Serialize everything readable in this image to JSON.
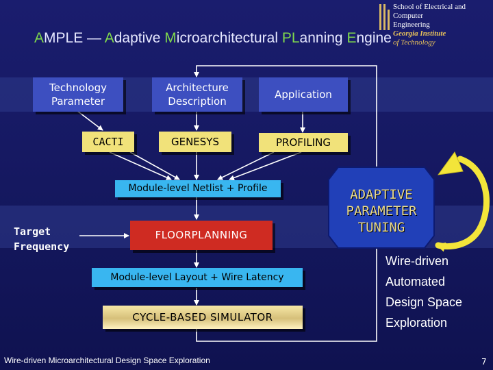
{
  "logo": {
    "lines": [
      "School of Electrical and Computer",
      "Engineering",
      "Georgia Institute",
      "of Technology"
    ]
  },
  "title": {
    "segments": [
      {
        "text": "A",
        "highlight": true
      },
      {
        "text": "MPLE — ",
        "highlight": false
      },
      {
        "text": "A",
        "highlight": true
      },
      {
        "text": "daptive ",
        "highlight": false
      },
      {
        "text": "M",
        "highlight": true
      },
      {
        "text": "icroarchitectural ",
        "highlight": false
      },
      {
        "text": "PL",
        "highlight": true
      },
      {
        "text": "anning ",
        "highlight": false
      },
      {
        "text": "E",
        "highlight": true
      },
      {
        "text": "ngine",
        "highlight": false
      }
    ]
  },
  "inputs": {
    "technology": "Technology\nParameter",
    "architecture": "Architecture\nDescription",
    "application": "Application"
  },
  "tools": {
    "cacti": "CACTI",
    "genesys": "GENESYS",
    "profiling": "PROFILING"
  },
  "flow": {
    "netlist": "Module-level Netlist + Profile",
    "floorplanning": "FLOORPLANNING",
    "layout": "Module-level Layout + Wire Latency",
    "simulator": "CYCLE-BASED SIMULATOR"
  },
  "target_frequency": "Target\nFrequency",
  "adaptive": "ADAPTIVE\nPARAMETER\nTUNING",
  "side_text": [
    "Wire-driven",
    "Automated",
    "Design Space",
    "Exploration"
  ],
  "footer": "Wire-driven Microarchitectural Design Space Exploration",
  "page_number": "7",
  "colors": {
    "background": "#1a1d6e",
    "title_highlight": "#7fd94c",
    "adaptive_text": "#e8d98c",
    "loop_arrow": "#f3e53a"
  }
}
